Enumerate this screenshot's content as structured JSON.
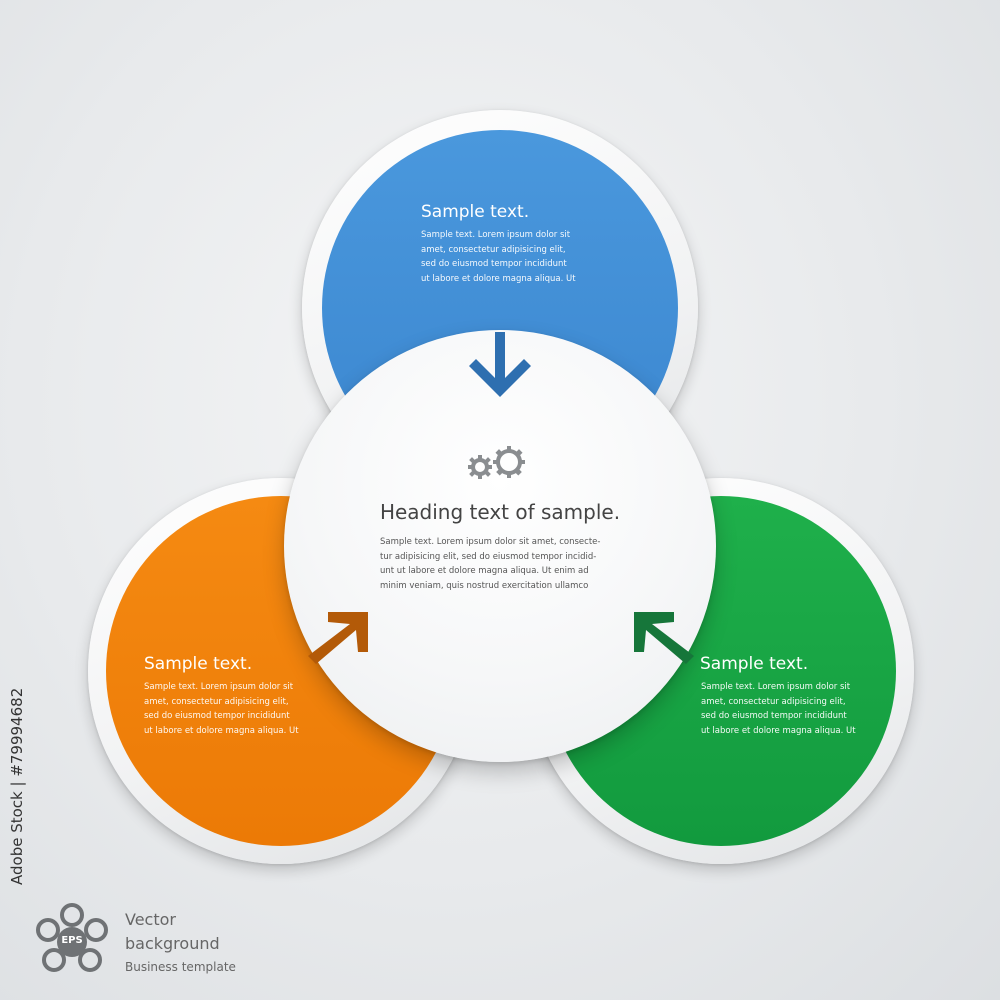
{
  "colors": {
    "blue": "#3d8bd4",
    "orange": "#f07f0a",
    "green": "#18a545",
    "blue_arrow": "#2e6fb0",
    "orange_arrow": "#b35a08",
    "green_arrow": "#16763a"
  },
  "top_block": {
    "title": "Sample text.",
    "body": "Sample text. Lorem ipsum dolor sit\namet, consectetur adipisicing elit,\nsed do eiusmod tempor incididunt\nut labore et dolore magna aliqua. Ut"
  },
  "left_block": {
    "title": "Sample text.",
    "body": "Sample text. Lorem ipsum dolor sit\namet, consectetur adipisicing elit,\nsed do eiusmod tempor incididunt\nut labore et dolore magna aliqua. Ut"
  },
  "right_block": {
    "title": "Sample text.",
    "body": "Sample text. Lorem ipsum dolor sit\namet, consectetur adipisicing elit,\nsed do eiusmod tempor incididunt\nut labore et dolore magna aliqua. Ut"
  },
  "center": {
    "icon": "gears-icon",
    "heading": "Heading text of sample.",
    "body": "Sample text. Lorem ipsum dolor sit amet, consecte-\ntur adipisicing elit, sed do eiusmod tempor incidid-\nunt ut labore et dolore magna aliqua. Ut enim ad\nminim veniam, quis nostrud exercitation ullamco"
  },
  "footer": {
    "badge": "EPS",
    "line1": "Vector",
    "line2": "background",
    "line3": "Business template"
  },
  "side_id": "Adobe Stock | #79994682"
}
